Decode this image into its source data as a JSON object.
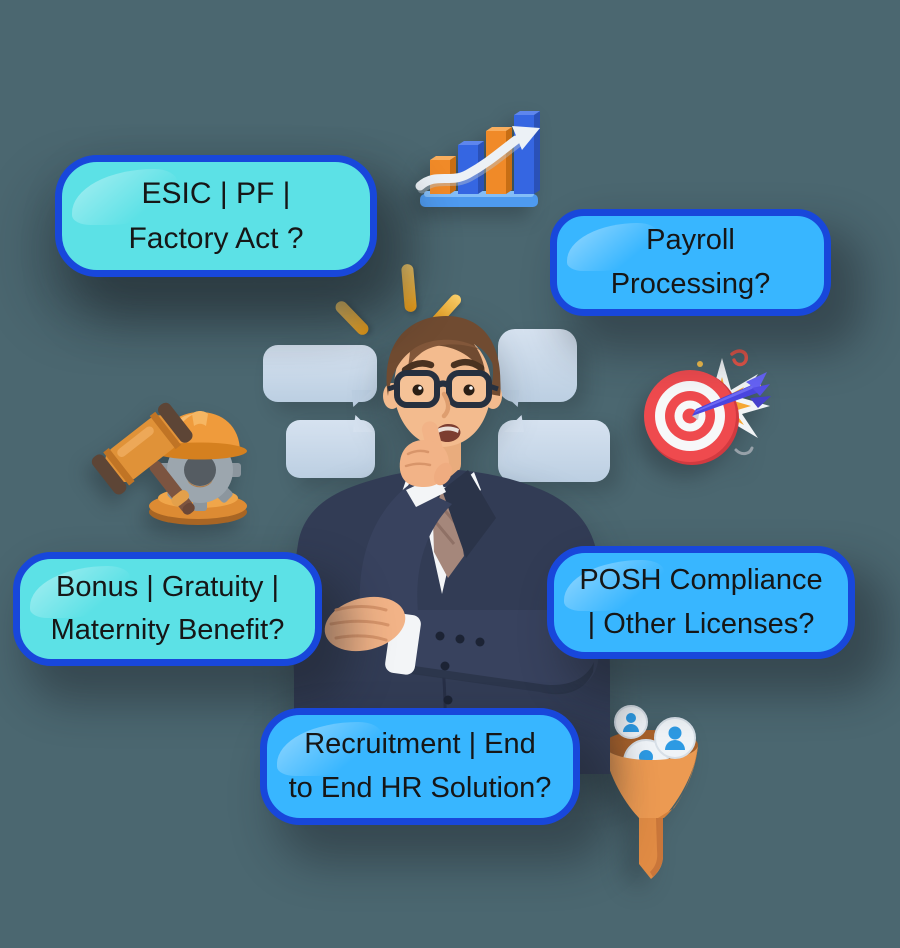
{
  "scene": "confused-businessman-surrounded-by-hr-question-bubbles",
  "bubbles": {
    "esic": {
      "text": "ESIC | PF |\nFactory Act ?",
      "fill": "#5CE1E6"
    },
    "payroll": {
      "text": "Payroll\nProcessing?",
      "fill": "#38B6FF"
    },
    "bonus": {
      "text": "Bonus | Gratuity |\nMaternity Benefit?",
      "fill": "#5CE1E6"
    },
    "posh": {
      "text": "POSH Compliance\n| Other Licenses?",
      "fill": "#38B6FF"
    },
    "recruitment": {
      "text": "Recruitment | End\nto End HR Solution?",
      "fill": "#38B6FF"
    }
  },
  "icons": {
    "growth_chart": "bar-chart-with-rising-arrow",
    "labour_law": "gavel-hardhat-gear-on-pedestal",
    "target": "dartboard-with-dart-and-starburst",
    "funnel": "recruitment-funnel-with-candidate-coins",
    "speech_bubbles": "empty-thought-bubbles",
    "stress_marks": "yellow-alert-dashes"
  },
  "figure": "thinking-businessman-in-navy-suit",
  "colors": {
    "background": "#4B6770",
    "teal_fill": "#5CE1E6",
    "blue_fill": "#38B6FF",
    "bubble_border": "#1847DB",
    "bubble_text": "#161616",
    "speech_bubble": "#C9D8E8",
    "accent_orange": "#F08A28",
    "accent_blue": "#3566E2",
    "dash_yellow": "#F0AD3C"
  }
}
